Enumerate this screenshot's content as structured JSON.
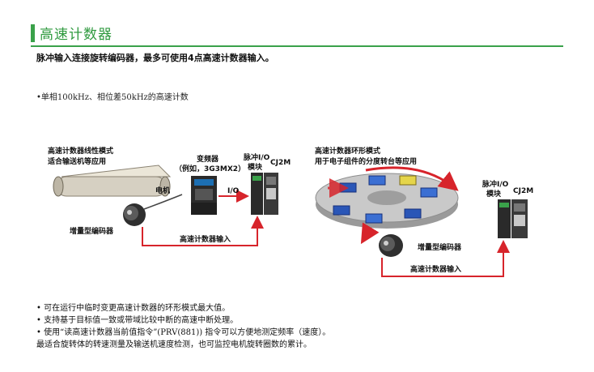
{
  "header": {
    "title": "高速计数器",
    "subtitle": "脉冲输入连接旋转编码器，最多可使用4点高速计数器输入。"
  },
  "spec": "•单相100kHz、相位差50kHz的高速计数",
  "linear": {
    "title": "高速计数器线性模式",
    "subtitle": "适合输送机等应用",
    "inverter_line1": "变频器",
    "inverter_line2": "（例如，3G3MX2）",
    "motor": "电机",
    "io": "I/O",
    "pulse_module_line1": "脉冲I/O",
    "pulse_module_line2": "模块",
    "plc": "CJ2M",
    "encoder": "增量型编码器",
    "hs_input": "高速计数器输入"
  },
  "ring": {
    "title": "高速计数器环形模式",
    "subtitle": "用于电子组件的分度转台等应用",
    "pulse_module_line1": "脉冲I/O",
    "pulse_module_line2": "模块",
    "plc": "CJ2M",
    "encoder": "增量型编码器",
    "hs_input": "高速计数器输入"
  },
  "notes": [
    "• 可在运行中临时变更高速计数器的环形模式最大值。",
    "• 支持基于目标值一致或带域比较中断的高速中断处理。",
    "• 使用“读高速计数器当前值指令”(PRV(881)) 指令可以方便地测定频率（速度）。",
    "  最适合旋转体的转速测量及输送机速度检测，也可监控电机旋转圈数的累计。"
  ],
  "colors": {
    "accent": "#3aa14a",
    "arrow": "#d7242b"
  }
}
